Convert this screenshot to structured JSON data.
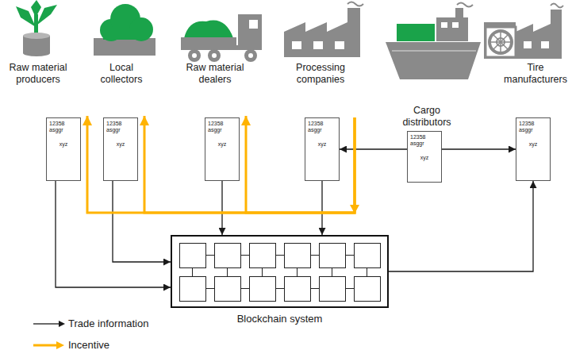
{
  "diagram": {
    "nodes": [
      {
        "text": [
          "Raw material producers",
          "12358 asggr",
          "xyz"
        ]
      },
      {
        "text": [
          "Local collectors",
          "12358 asggr",
          "xyz"
        ]
      },
      {
        "text": [
          "Raw material dealers",
          "12358 asggr",
          "xyz"
        ]
      },
      {
        "text": [
          "Processing companies",
          "12358 asggr",
          "xyz"
        ]
      },
      {
        "text": [
          "Cargo distributors",
          "12358 asggr",
          "xyz"
        ]
      },
      {
        "text": [
          "Tire manufacturers",
          "12358 asggr",
          "xyz"
        ]
      },
      {
        "text": [
          "Blockchain system"
        ]
      }
    ],
    "edges": [
      {
        "from": 0,
        "to": 6,
        "arrow": "to"
      },
      {
        "from": 1,
        "to": 6,
        "arrow": "to"
      },
      {
        "from": 2,
        "to": 6,
        "arrow": "to"
      },
      {
        "from": 3,
        "to": 6,
        "arrow": "to"
      },
      {
        "from": 4,
        "to": 3,
        "arrow": "to"
      },
      {
        "from": 4,
        "to": 5,
        "arrow": "to"
      },
      {
        "from": 6,
        "to": 5,
        "arrow": "to"
      },
      {
        "from": 3,
        "to": 0,
        "arrow": "to"
      },
      {
        "from": 3,
        "to": 1,
        "arrow": "to"
      },
      {
        "from": 3,
        "to": 2,
        "arrow": "to"
      }
    ],
    "legend": [
      {
        "text": "Trade information"
      },
      {
        "text": "Incentive"
      }
    ]
  }
}
